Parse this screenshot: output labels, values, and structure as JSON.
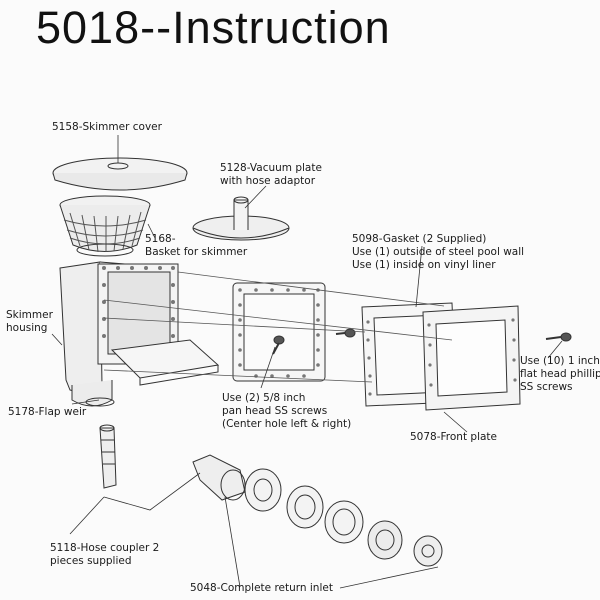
{
  "title": "5018--Instruction",
  "labels": {
    "skimmer_cover": "5158-Skimmer cover",
    "vacuum_plate_1": "5128-Vacuum plate",
    "vacuum_plate_2": "with hose adaptor",
    "basket_1": "5168-",
    "basket_2": "Basket for skimmer",
    "gasket_1": "5098-Gasket (2 Supplied)",
    "gasket_2": "Use (1) outside of steel pool wall",
    "gasket_3": "Use (1) inside on vinyl  liner",
    "skimmer_housing_1": "Skimmer",
    "skimmer_housing_2": "housing",
    "pan_screws_1": "Use (2) 5/8 inch",
    "pan_screws_2": "pan head SS screws",
    "pan_screws_3": "(Center hole left & right)",
    "flat_screws_1": "Use (10) 1 inch",
    "flat_screws_2": "flat head phillip",
    "flat_screws_3": "SS screws",
    "flap_weir": "5178-Flap weir",
    "front_plate": "5078-Front plate",
    "hose_coupler_1": "5118-Hose coupler 2",
    "hose_coupler_2": "pieces supplied",
    "return_inlet": "5048-Complete return inlet"
  }
}
